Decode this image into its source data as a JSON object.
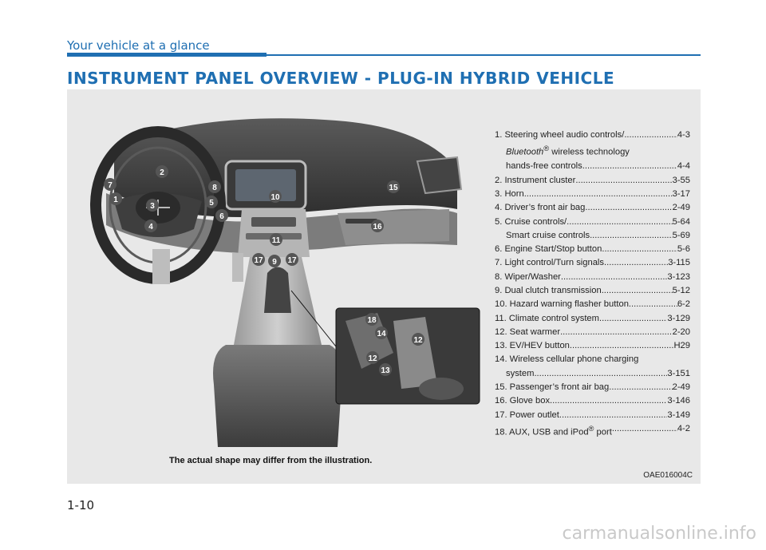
{
  "header": {
    "section": "Your vehicle at a glance",
    "title": "INSTRUMENT PANEL OVERVIEW - PLUG-IN HYBRID VEHICLE"
  },
  "toc": {
    "e1": {
      "label": "1. Steering wheel audio controls/ ",
      "page": "4-3"
    },
    "e1_brand": "Bluetooth",
    "e1_reg": "®",
    "e1_rest": " wireless technology",
    "e1b": {
      "label": "hands-free controls ",
      "page": "4-4"
    },
    "e2": {
      "label": "2. Instrument cluster ",
      "page": "3-55"
    },
    "e3": {
      "label": "3. Horn ",
      "page": "3-17"
    },
    "e4": {
      "label": "4. Driver’s front air bag ",
      "page": "2-49"
    },
    "e5": {
      "label": "5. Cruise controls/ ",
      "page": "5-64"
    },
    "e5b": {
      "label": "Smart cruise controls",
      "page": "5-69"
    },
    "e6": {
      "label": "6. Engine Start/Stop button ",
      "page": "5-6"
    },
    "e7": {
      "label": "7. Light control/Turn signals ",
      "page": "3-115"
    },
    "e8": {
      "label": "8. Wiper/Washer ",
      "page": "3-123"
    },
    "e9": {
      "label": "9. Dual clutch transmission ",
      "page": "5-12"
    },
    "e10": {
      "label": "10. Hazard warning flasher button ",
      "page": "6-2"
    },
    "e11": {
      "label": "11. Climate control system ",
      "page": "3-129"
    },
    "e12": {
      "label": "12. Seat warmer ",
      "page": "2-20"
    },
    "e13": {
      "label": "13. EV/HEV button ",
      "page": "H29"
    },
    "e14": {
      "label": "14. Wireless cellular phone charging"
    },
    "e14b": {
      "label": "system ",
      "page": "3-151"
    },
    "e15": {
      "label": "15. Passenger’s front air bag ",
      "page": "2-49"
    },
    "e16": {
      "label": "16. Glove box ",
      "page": "3-146"
    },
    "e17": {
      "label": "17. Power outlet ",
      "page": "3-149"
    },
    "e18": {
      "label": "18. AUX, USB and iPod",
      "reg": "®",
      "rest": " port ",
      "page": "4-2"
    }
  },
  "illustration": {
    "callouts": {
      "c1": "1",
      "c2": "2",
      "c3": "3",
      "c4": "4",
      "c5": "5",
      "c6": "6",
      "c7": "7",
      "c8": "8",
      "c9": "9",
      "c10": "10",
      "c11": "11",
      "c15": "15",
      "c16": "16",
      "c17a": "17",
      "c17b": "17"
    },
    "inset_callouts": {
      "c18": "18",
      "c14": "14",
      "c12a": "12",
      "c12b": "12",
      "c13": "13"
    }
  },
  "caption": "The actual shape may differ from the illustration.",
  "figure_code": "OAE016004C",
  "page_number": "1-10",
  "watermark": "carmanualsonline.info",
  "colors": {
    "accent": "#1f6fb2",
    "panel": "#e8e8e8",
    "badge": "#555555"
  }
}
